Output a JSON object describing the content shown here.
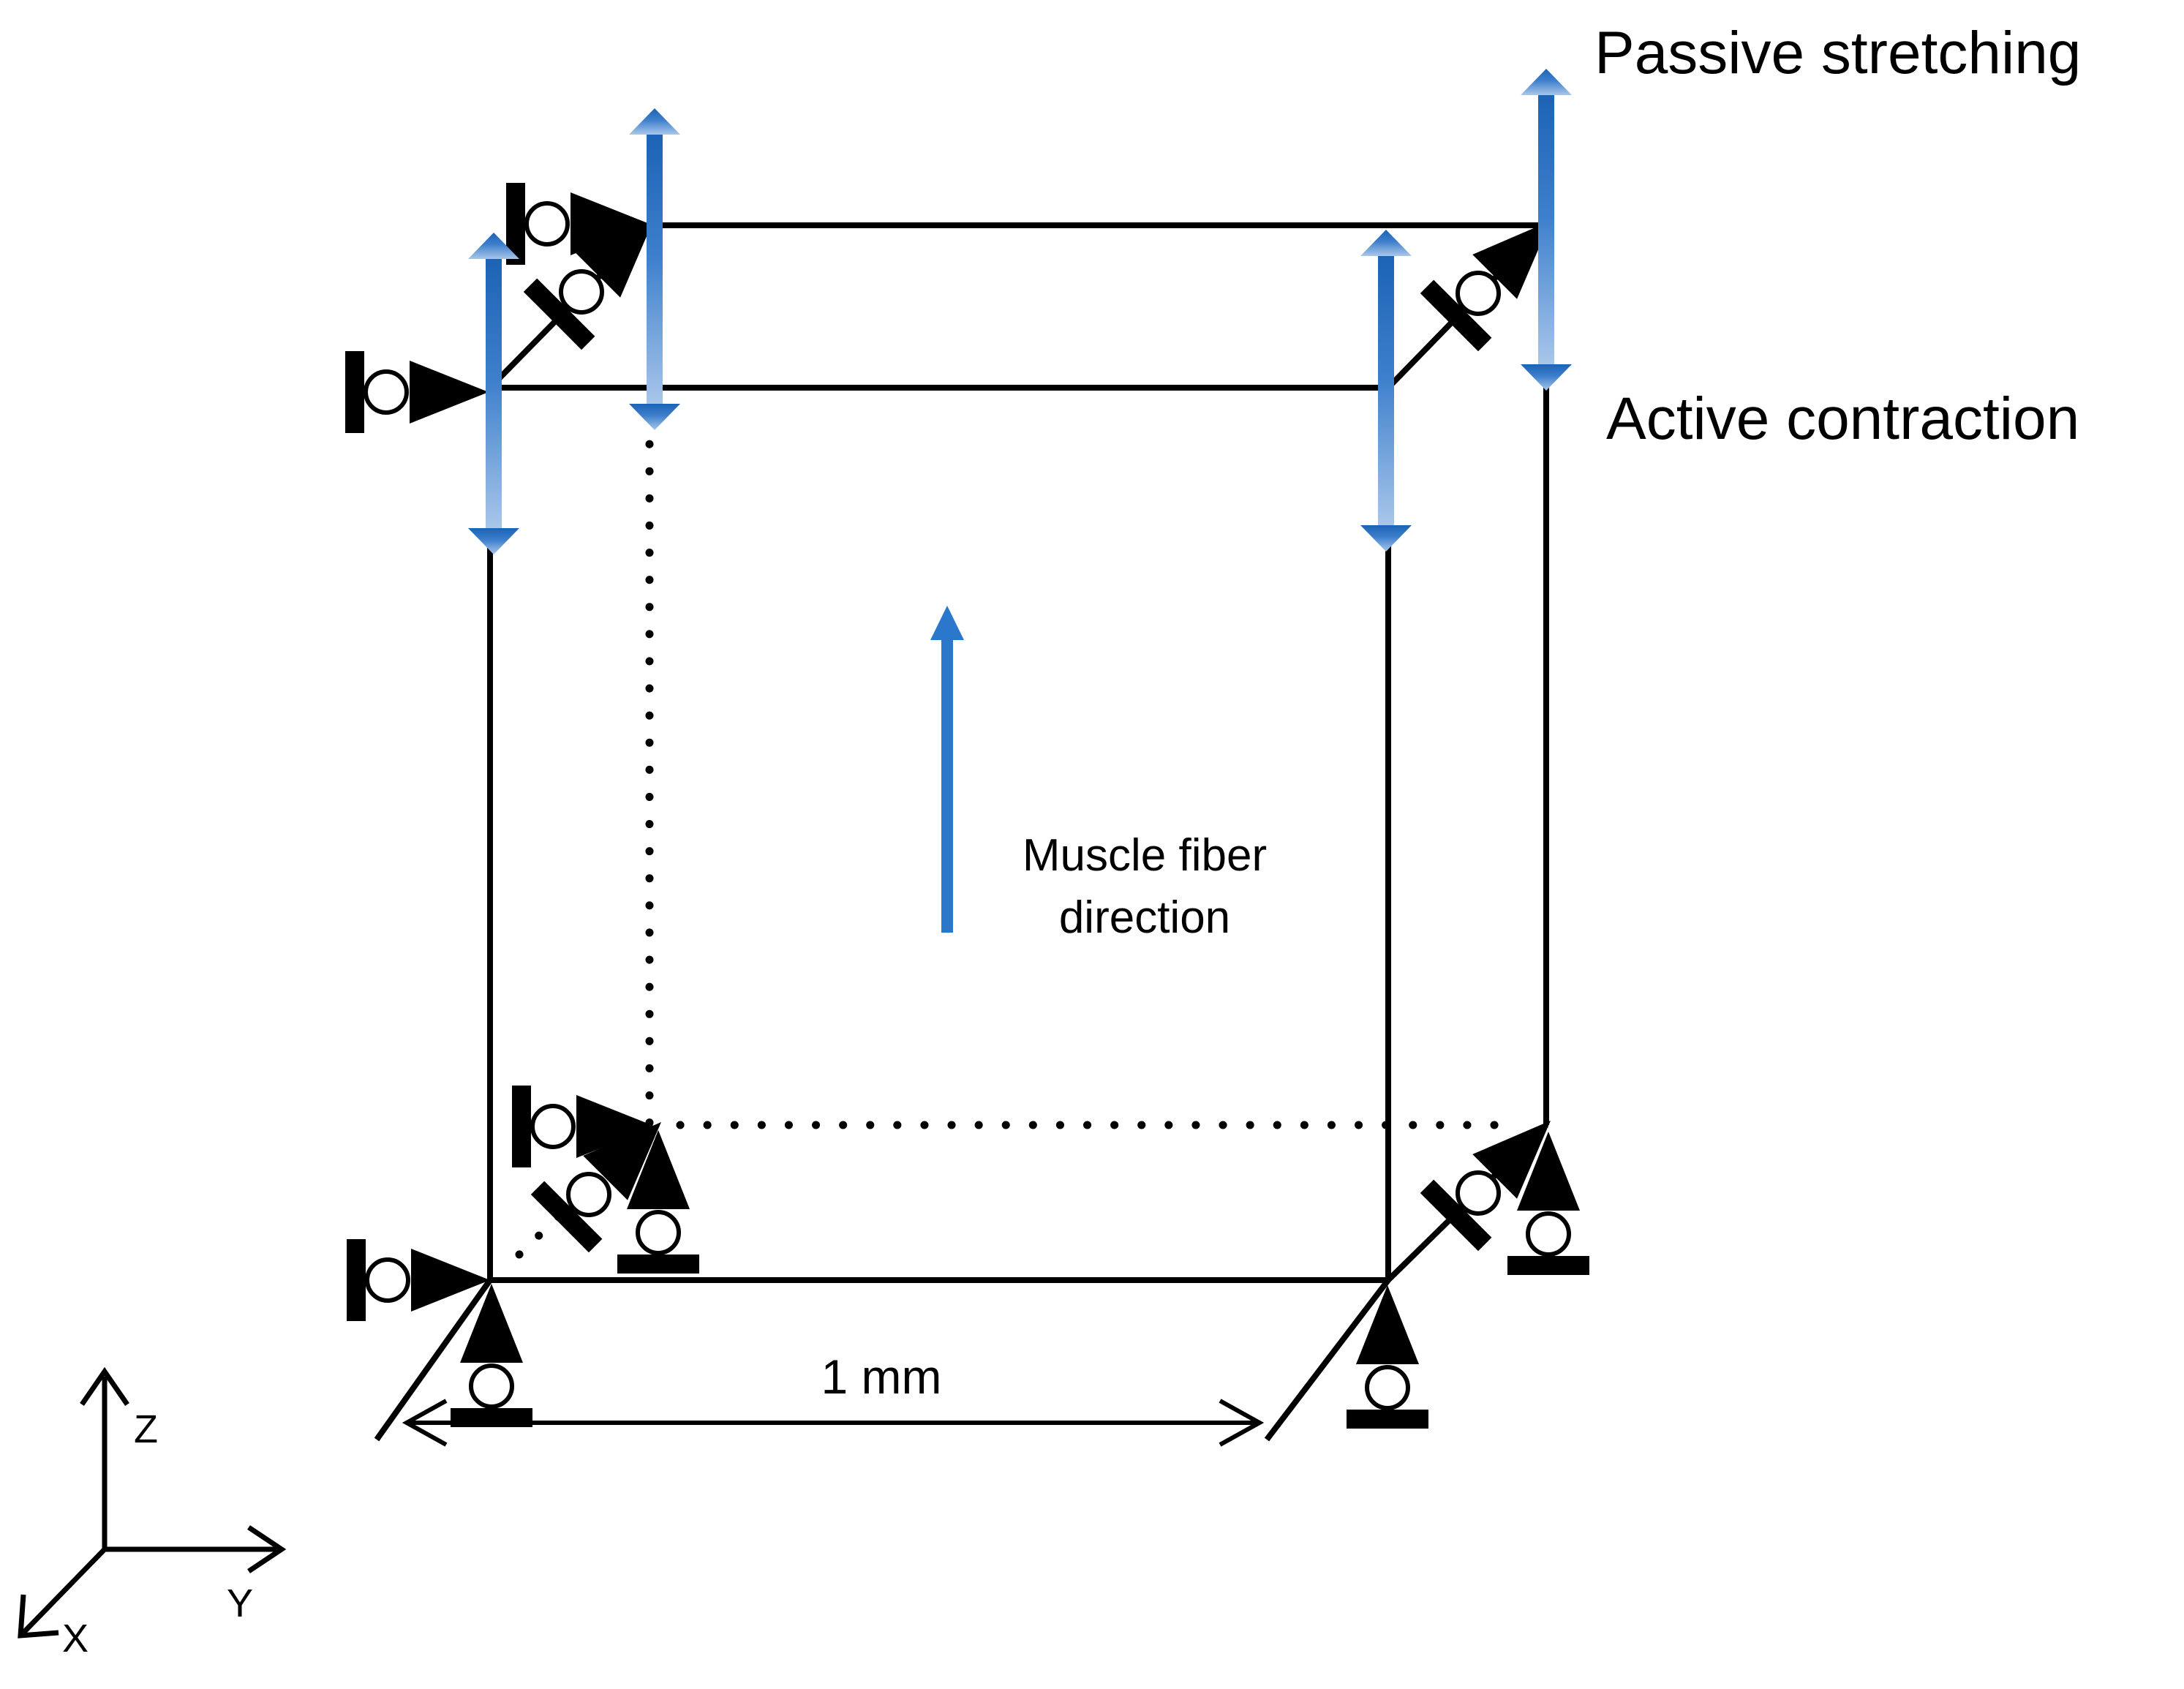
{
  "labels": {
    "passive": "Passive stretching",
    "active": "Active contraction",
    "fiber_line1": "Muscle fiber",
    "fiber_line2": "direction",
    "dimension": "1 mm"
  },
  "axes": {
    "z": "Z",
    "y": "Y",
    "x": "X"
  },
  "colors": {
    "arrow_top": "#1c63b5",
    "arrow_bottom": "#a9c7ea",
    "fiber_arrow": "#2a77cc",
    "lines": "#000000"
  },
  "icons": {
    "support": "roller-support-icon",
    "load_arrow": "double-headed-arrow-icon"
  }
}
